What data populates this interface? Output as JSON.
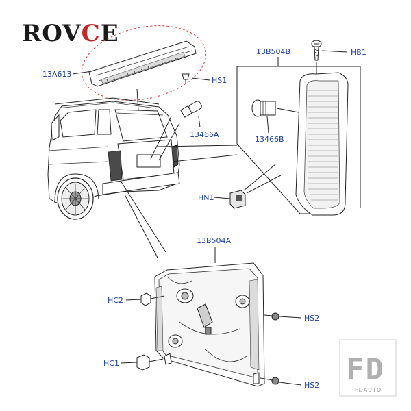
{
  "logo": {
    "parts": [
      "ROV",
      "C",
      "E"
    ],
    "colors": {
      "main": "#1a1a1a",
      "accent": "#c62828"
    }
  },
  "labels": {
    "high_stop_lamp": "13A613",
    "screw_hs1": "HS1",
    "bulb_a": "13466A",
    "lamp_b": "13B504B",
    "screw_hb1": "HB1",
    "bulb_b": "13466B",
    "nut_hn1": "HN1",
    "lamp_a": "13B504A",
    "clip_hc2": "HC2",
    "clip_hc1": "HC1",
    "screw_hs2_top": "HS2",
    "screw_hs2_bottom": "HS2"
  },
  "watermark": {
    "big": "FD",
    "small": "FDAUTO"
  },
  "colors": {
    "label": "#1a3fa8",
    "highlight": "#e53935",
    "watermark": "#b0b0b0"
  }
}
